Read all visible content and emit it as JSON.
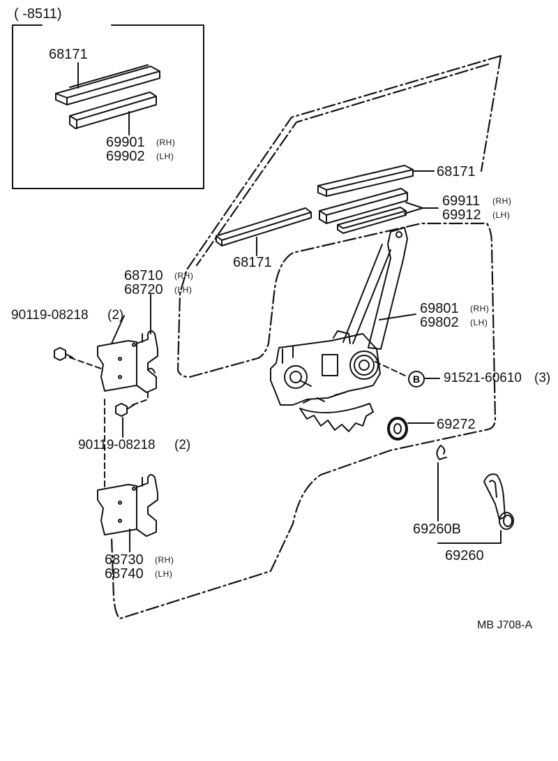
{
  "inset": {
    "range": "( -8511)",
    "part_a": "68171",
    "part_b_rh": "69901",
    "part_b_lh": "69902",
    "rh": "(RH)",
    "lh": "(LH)"
  },
  "parts": {
    "run_upper": "68171",
    "run_lower": "68171",
    "channel_rh": "69911",
    "channel_lh": "69912",
    "regulator_rh": "69801",
    "regulator_lh": "69802",
    "rivet": "91521-60610",
    "rivet_qty": "(3)",
    "rivet_mark": "B",
    "washer": "69272",
    "handle_clip": "69260B",
    "handle": "69260",
    "upper_hinge_rh": "68710",
    "upper_hinge_lh": "68720",
    "bolt_upper": "90119-08218",
    "bolt_upper_qty": "(2)",
    "bolt_lower": "90119-08218",
    "bolt_lower_qty": "(2)",
    "lower_hinge_rh": "68730",
    "lower_hinge_lh": "68740",
    "rh": "(RH)",
    "lh": "(LH)"
  },
  "reference": "MB  J708-A"
}
